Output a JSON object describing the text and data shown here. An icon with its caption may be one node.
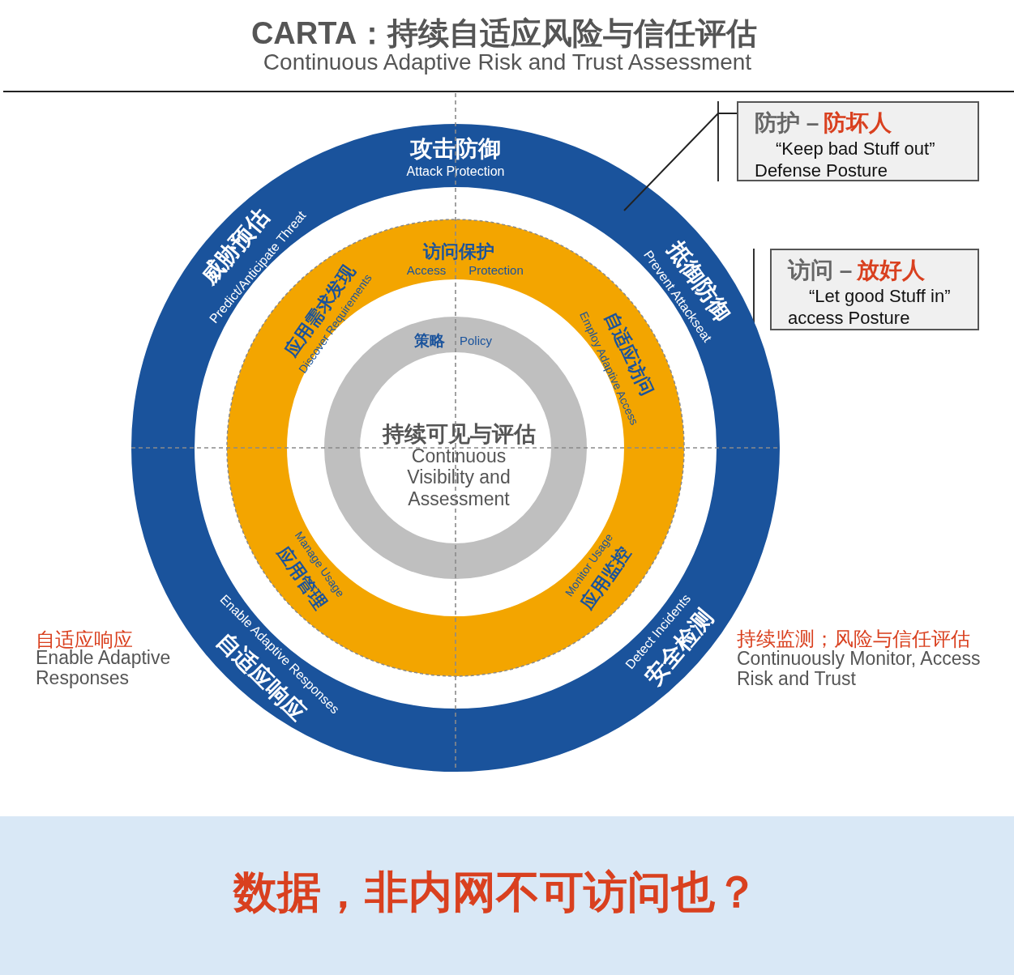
{
  "diagram": {
    "title": "CARTA：持续自适应风险与信任评估",
    "nodes": [
      {
        "text": [
          "攻击防御",
          "Attack Protection",
          "抵御防御",
          "Prevent Attackseat",
          "安全检测",
          "Detect Incidents",
          "自适应响应",
          "Enable Adaptive Responses",
          "威胁预估",
          "Predict/Anticipate Threat"
        ]
      },
      {
        "in": 0,
        "text": [
          "访问保护",
          "Access",
          "Protection",
          "自适应访问",
          "Employ Adaptive Access",
          "应用监控",
          "Monitor Usage",
          "应用管理",
          "Manage Usage",
          "应用需求发现",
          "Discover Requirements"
        ]
      },
      {
        "in": 1,
        "text": [
          "策略",
          "Policy",
          "持续可见与评估",
          "Continuous Visibility and Assessment"
        ]
      },
      {
        "text": [
          "防护 –",
          "防坏人",
          "“Keep bad Stuff out”",
          "Defense Posture"
        ]
      },
      {
        "text": [
          "访问 –",
          "放好人",
          "“Let good Stuff in”",
          "access Posture"
        ]
      }
    ],
    "edges": [
      {
        "from": 3,
        "to": 0,
        "arrow": "none"
      }
    ],
    "labels": [
      "Continuous Adaptive Risk and Trust Assessment",
      "自适应响应",
      "Enable Adaptive Responses",
      "持续监测；风险与信任评估",
      "Continuously Monitor, Access Risk and Trust",
      "数据，非内网不可访问也？"
    ]
  }
}
